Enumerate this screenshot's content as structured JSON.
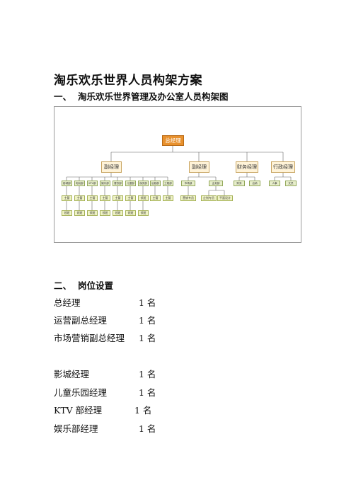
{
  "doc": {
    "title": "淘乐欢乐世界人员构架方案",
    "section1": {
      "num": "一、",
      "text": "淘乐欢乐世界管理及办公室人员构架图"
    },
    "section2": {
      "num": "二、",
      "text": "岗位设置"
    }
  },
  "org_chart": {
    "general_manager": "总经理",
    "managers": [
      "副经理",
      "副经理",
      "财务经理",
      "行政经理"
    ],
    "vp1_depts": [
      "影城部",
      "电玩部",
      "KTV部",
      "娱乐部",
      "餐饮部",
      "儿童部",
      "保安部",
      "后勤部",
      "工程部"
    ],
    "vp1_level2": [
      "主管",
      "主管",
      "主管",
      "主管",
      "主管",
      "主管",
      "领班",
      "主管",
      "主管"
    ],
    "vp1_level3": [
      "领班",
      "领班",
      "领班",
      "领班",
      "领班",
      "领班",
      "领班"
    ],
    "vp2_depts": [
      "市场部",
      "企划部"
    ],
    "vp2_level2": [
      "营销专员",
      "企划专员",
      "平面设计"
    ],
    "fin_items": [
      "财务",
      "出纳"
    ],
    "admin_items": [
      "人事",
      "文员"
    ]
  },
  "positions": [
    {
      "label": "总经理",
      "count": "1 名"
    },
    {
      "label": "运营副总经理",
      "count": "1 名"
    },
    {
      "label": "市场营销副总经理",
      "count": "1 名"
    },
    {
      "label": "影城经理",
      "count": "1 名"
    },
    {
      "label": "儿童乐园经理",
      "count": "1 名"
    },
    {
      "label": "KTV 部经理",
      "count": "1 名"
    },
    {
      "label": "娱乐部经理",
      "count": "1 名"
    }
  ]
}
